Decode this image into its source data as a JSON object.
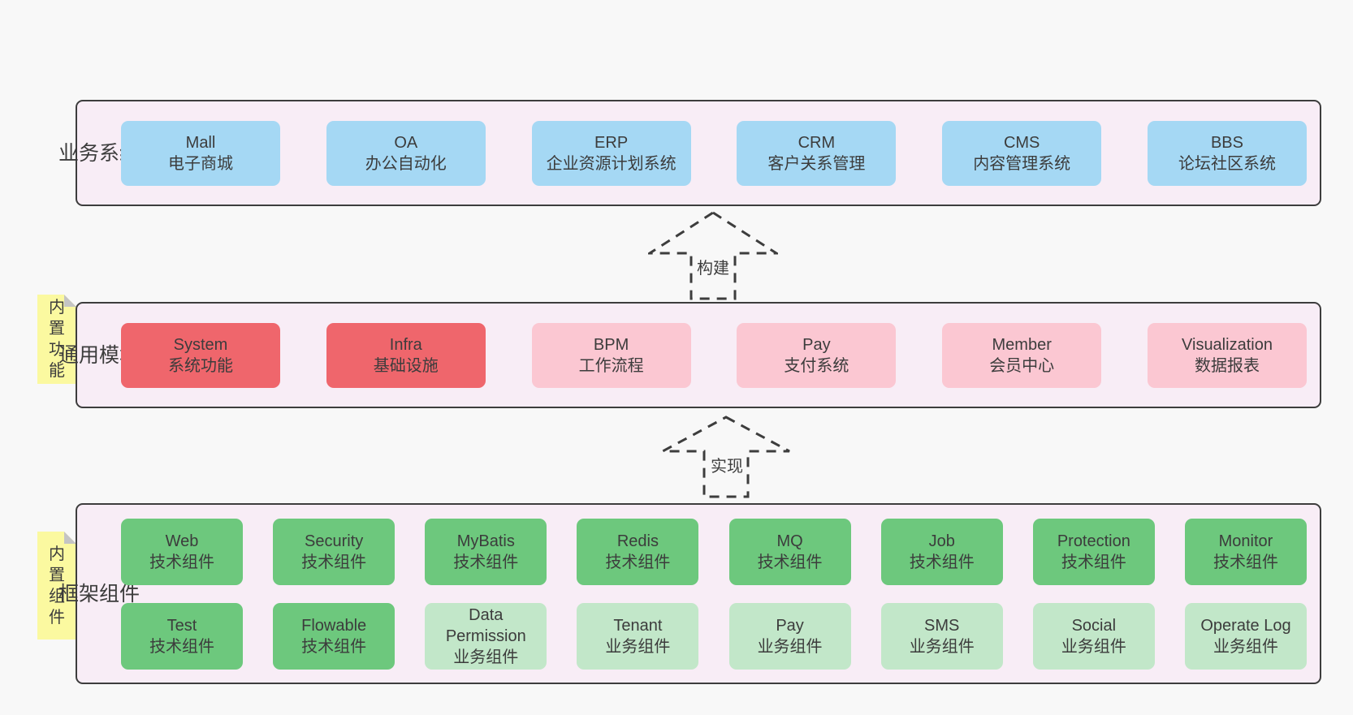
{
  "colors": {
    "page-bg": "#f8f8f8",
    "panel-bg": "#f8edf6",
    "panel-border": "#3d3d3d",
    "blue": "#a5d8f4",
    "red": "#ef666c",
    "pink": "#fbc7d2",
    "green": "#6dc87d",
    "light-green": "#c2e7c9",
    "note-yellow": "#fbf9a0",
    "note-fold": "#c4c4c4",
    "text": "#3c3c3c"
  },
  "notes": [
    {
      "label": "内置功能"
    },
    {
      "label": "内置组件"
    }
  ],
  "arrows": [
    {
      "label": "构建"
    },
    {
      "label": "实现"
    }
  ],
  "layers": [
    {
      "label": "业务系统",
      "rows": [
        [
          {
            "name": "Mall",
            "sub": "电子商城"
          },
          {
            "name": "OA",
            "sub": "办公自动化"
          },
          {
            "name": "ERP",
            "sub": "企业资源计划系统"
          },
          {
            "name": "CRM",
            "sub": "客户关系管理"
          },
          {
            "name": "CMS",
            "sub": "内容管理系统"
          },
          {
            "name": "BBS",
            "sub": "论坛社区系统"
          }
        ]
      ]
    },
    {
      "label": "通用模块",
      "rows": [
        [
          {
            "name": "System",
            "sub": "系统功能"
          },
          {
            "name": "Infra",
            "sub": "基础设施"
          },
          {
            "name": "BPM",
            "sub": "工作流程"
          },
          {
            "name": "Pay",
            "sub": "支付系统"
          },
          {
            "name": "Member",
            "sub": "会员中心"
          },
          {
            "name": "Visualization",
            "sub": "数据报表"
          }
        ]
      ]
    },
    {
      "label": "框架组件",
      "rows": [
        [
          {
            "name": "Web",
            "sub": "技术组件"
          },
          {
            "name": "Security",
            "sub": "技术组件"
          },
          {
            "name": "MyBatis",
            "sub": "技术组件"
          },
          {
            "name": "Redis",
            "sub": "技术组件"
          },
          {
            "name": "MQ",
            "sub": "技术组件"
          },
          {
            "name": "Job",
            "sub": "技术组件"
          },
          {
            "name": "Protection",
            "sub": "技术组件"
          },
          {
            "name": "Monitor",
            "sub": "技术组件"
          }
        ],
        [
          {
            "name": "Test",
            "sub": "技术组件"
          },
          {
            "name": "Flowable",
            "sub": "技术组件"
          },
          {
            "name": "Data Permission",
            "sub": "业务组件"
          },
          {
            "name": "Tenant",
            "sub": "业务组件"
          },
          {
            "name": "Pay",
            "sub": "业务组件"
          },
          {
            "name": "SMS",
            "sub": "业务组件"
          },
          {
            "name": "Social",
            "sub": "业务组件"
          },
          {
            "name": "Operate Log",
            "sub": "业务组件"
          }
        ]
      ]
    }
  ]
}
